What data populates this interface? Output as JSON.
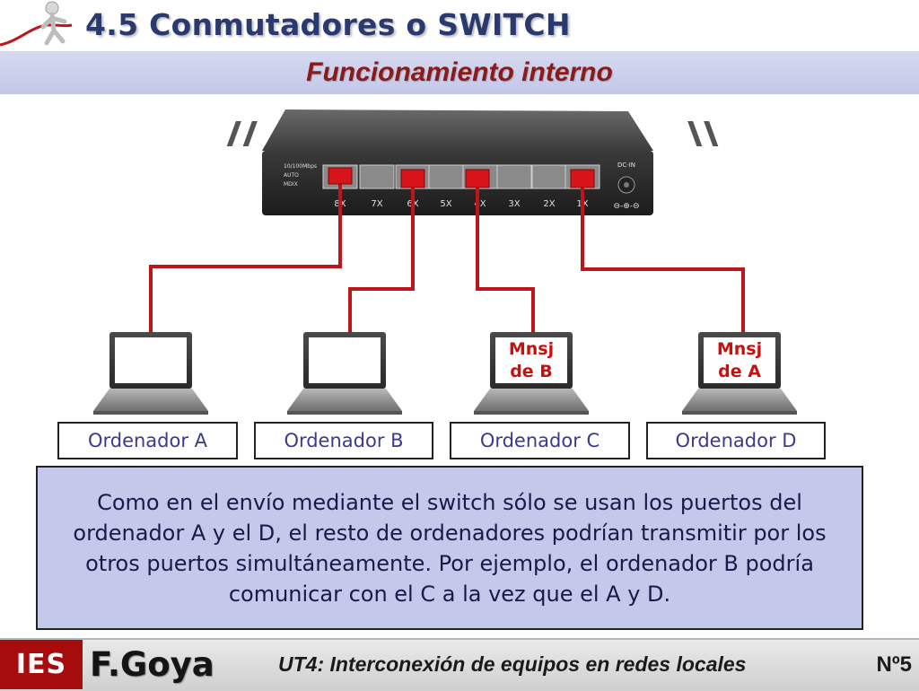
{
  "header": {
    "title": "4.5 Conmutadores o SWITCH",
    "subtitle": "Funcionamiento interno"
  },
  "diagram": {
    "switch_port_labels": [
      "8X",
      "7X",
      "6X",
      "5X",
      "4X",
      "3X",
      "2X",
      "1X"
    ],
    "switch_info": [
      "10/100Mbps",
      "AUTO",
      "MDIX"
    ],
    "power_label": "DC-IN",
    "computers": [
      {
        "label": "Ordenador A",
        "message_line1": "",
        "message_line2": ""
      },
      {
        "label": "Ordenador B",
        "message_line1": "",
        "message_line2": ""
      },
      {
        "label": "Ordenador C",
        "message_line1": "Mnsj",
        "message_line2": "de B"
      },
      {
        "label": "Ordenador D",
        "message_line1": "Mnsj",
        "message_line2": "de A"
      }
    ]
  },
  "note": {
    "text": "Como en el envío mediante el switch sólo se usan los puertos del ordenador A y el D, el resto de ordenadores podrían transmitir por los otros puertos simultáneamente. Por ejemplo, el ordenador B podría comunicar con el C a la vez que el A y D."
  },
  "footer": {
    "school": "IES",
    "name": "F.Goya",
    "course": "UT4: Interconexión de equipos en redes locales",
    "page": "Nº5"
  },
  "colors": {
    "cable": "#c0141b",
    "title": "#2b3a6e",
    "subtitle": "#8b1a1a",
    "note_bg": "#c4c8ea",
    "footer_brand": "#a80d0d"
  }
}
